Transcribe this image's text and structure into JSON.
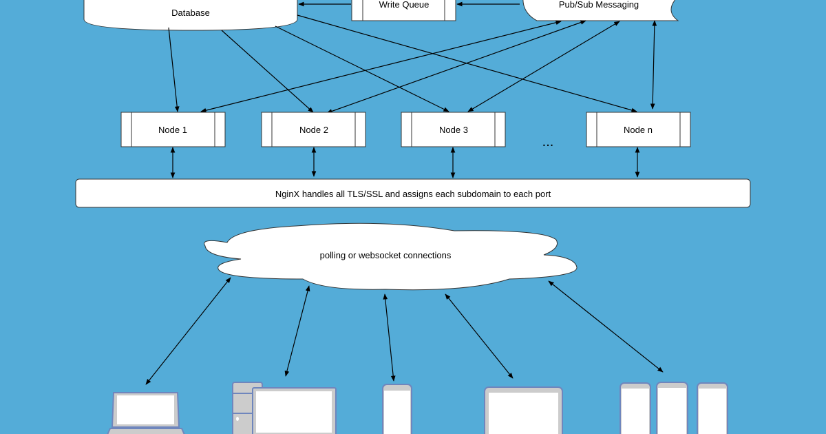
{
  "diagram": {
    "database": "Database",
    "write_queue": "Write Queue",
    "pubsub": "Pub/Sub Messaging",
    "nodes": [
      "Node 1",
      "Node 2",
      "Node 3",
      "Node n"
    ],
    "ellipsis": "...",
    "nginx": "NginX handles all TLS/SSL and assigns each subdomain to each port",
    "cloud": "polling or websocket connections",
    "devices": [
      "laptop-icon",
      "desktop-icon",
      "phone-icon",
      "tablet-icon",
      "phones-icon"
    ],
    "colors": {
      "background": "#54acd8",
      "device_frame": "#6f86bd",
      "device_fill": "#cccccc"
    }
  }
}
